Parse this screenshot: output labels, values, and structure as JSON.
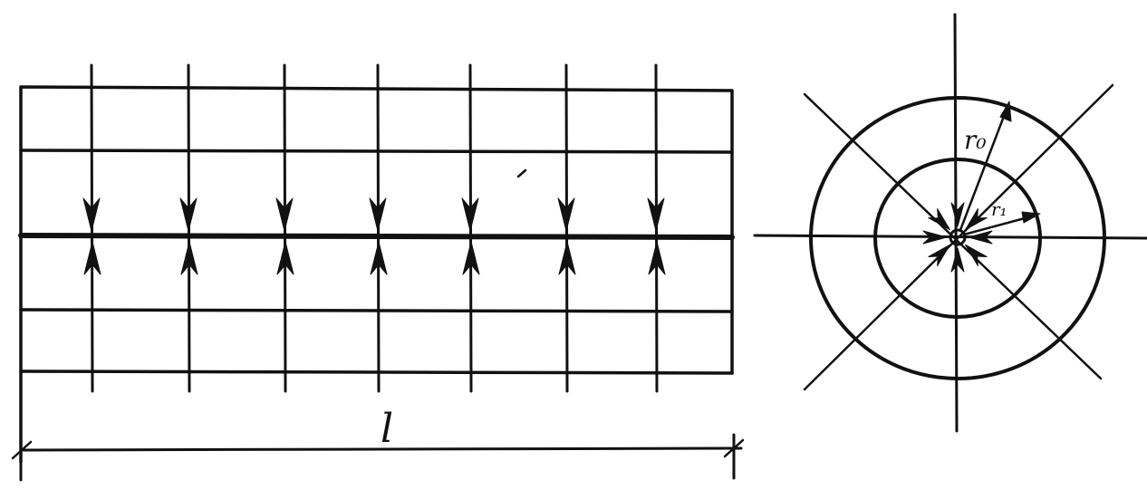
{
  "labels": {
    "length": "l",
    "outer_radius": "r₀",
    "inner_radius": "r₁"
  },
  "colors": {
    "ink": "#111111",
    "background": "#ffffff"
  }
}
